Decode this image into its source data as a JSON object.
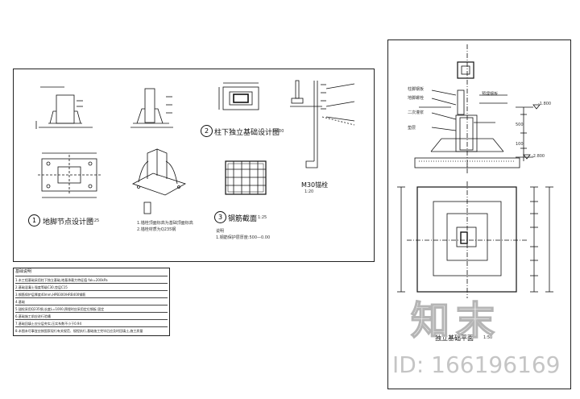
{
  "left_panel": {
    "detail_1": {
      "number": "1",
      "title": "地脚节点设计图",
      "scale": "1:25"
    },
    "detail_2": {
      "number": "2",
      "title": "柱下独立基础设计图",
      "scale": "1:100"
    },
    "detail_3": {
      "number": "3",
      "title": "钢筋截面",
      "scale": "1:25"
    },
    "detail_3_note_1": "说明",
    "detail_3_note_2": "1.钢筋保护层厚度:500—0.00",
    "bolt_label": "M30锚栓",
    "bolt_scale": "1:20",
    "note_a": "1.锚栓顶面标高为基础顶面标高",
    "note_b": "2.锚栓材质为Q235钢"
  },
  "notes_table": {
    "title": "基础说明",
    "rows": [
      "1.本工程基础采用柱下独立基础,地基承载力特征值 fak=200kPa",
      "2.基础混凝土强度等级C30,垫层C15",
      "3.钢筋保护层厚度40mm,HPB300/HRB400钢筋",
      "4.基础",
      "5.锚栓采用Q235钢,长度L=1000,预埋时应采用定位钢板 固定",
      "6.基础施工前应进行验槽",
      "7.基础回填土应分层夯实,压实系数不小于0.94",
      "8.本图未尽事宜应按国家现行有关规范、规程执行,基础施工完毕后应及时回填土,施工质量"
    ]
  },
  "right_panel": {
    "elev_top": "-1.800",
    "elev_bottom": "-2.800",
    "dim_a": "500",
    "dim_b": "100",
    "plan_title": "独立基础平面",
    "plan_scale": "1:50",
    "callouts": [
      "柱脚钢板",
      "地脚螺栓",
      "二次灌浆",
      "预埋钢板",
      "垫层"
    ]
  },
  "watermark": {
    "brand": "知末",
    "id_text": "ID: 166196169"
  }
}
